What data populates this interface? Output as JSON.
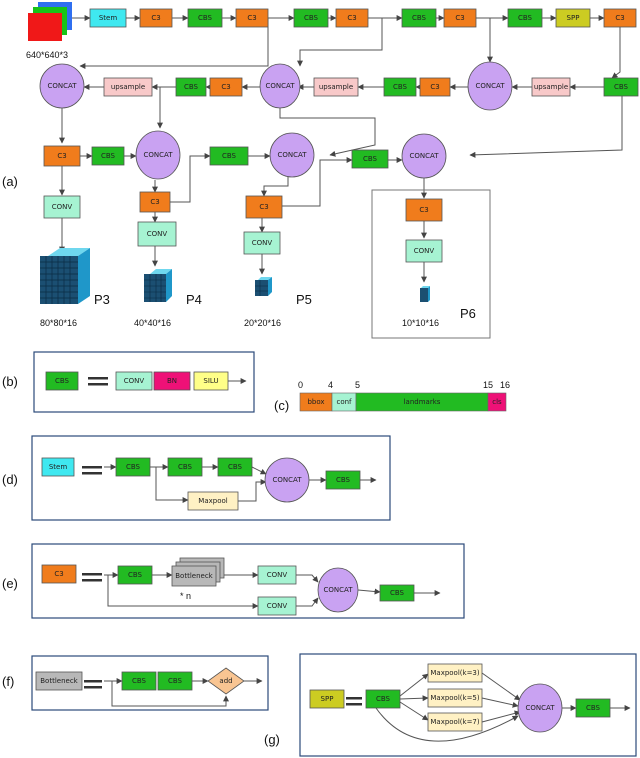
{
  "labels": {
    "input_size": "640*640*3",
    "stem": "Stem",
    "c3": "C3",
    "cbs": "CBS",
    "spp": "SPP",
    "concat": "CONCAT",
    "upsample": "upsample",
    "conv": "CONV",
    "bn": "BN",
    "silu": "SILU",
    "maxpool": "Maxpool",
    "bottleneck": "Bottleneck",
    "add": "add",
    "times_n": "* n",
    "maxpool_k3": "Maxpool(k=3)",
    "maxpool_k5": "Maxpool(k=5)",
    "maxpool_k7": "Maxpool(k=7)"
  },
  "panels": {
    "a": "(a)",
    "b": "(b)",
    "c": "(c)",
    "d": "(d)",
    "e": "(e)",
    "f": "(f)",
    "g": "(g)"
  },
  "outputs": [
    {
      "name": "P3",
      "size": "80*80*16"
    },
    {
      "name": "P4",
      "size": "40*40*16"
    },
    {
      "name": "P5",
      "size": "20*20*16"
    },
    {
      "name": "P6",
      "size": "10*10*16"
    }
  ],
  "vector": {
    "ticks": [
      "0",
      "4",
      "5",
      "15",
      "16"
    ],
    "segments": [
      "bbox",
      "conf",
      "landmarks",
      "cls"
    ]
  },
  "colors": {
    "orange": "#f07c1c",
    "green": "#22bb22",
    "cyan": "#3fe8f0",
    "yellow": "#cccc22",
    "pink": "#f8c9c9",
    "mint": "#a6f3d2",
    "purple": "#c9a2f2",
    "magenta": "#ee1177",
    "lightyellow": "#ffff88",
    "beige": "#fff1c4",
    "gray": "#b8b8b8",
    "diamond": "#f9c592"
  }
}
